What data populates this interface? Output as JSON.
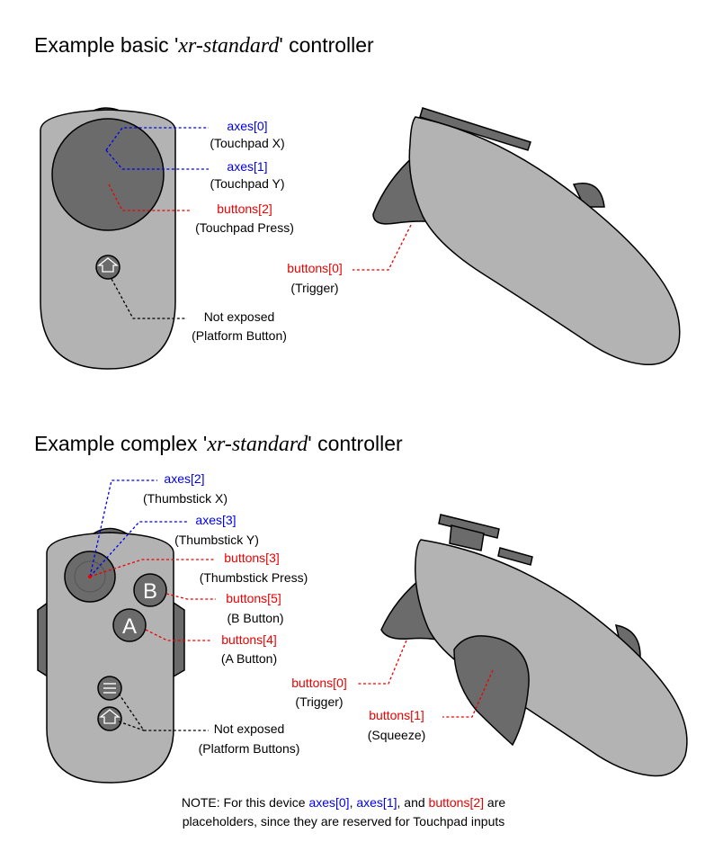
{
  "basic": {
    "title_pre": "Example basic '",
    "title_em": "xr-standard",
    "title_post": "' controller",
    "labels": {
      "axes0": "axes[0]",
      "touchpad_x": "(Touchpad X)",
      "axes1": "axes[1]",
      "touchpad_y": "(Touchpad Y)",
      "buttons2": "buttons[2]",
      "touchpad_press": "(Touchpad Press)",
      "not_exposed": "Not exposed",
      "platform_button": "(Platform Button)",
      "buttons0": "buttons[0]",
      "trigger": "(Trigger)"
    }
  },
  "complex": {
    "title_pre": "Example complex '",
    "title_em": "xr-standard",
    "title_post": "' controller",
    "labels": {
      "axes2": "axes[2]",
      "thumbstick_x": "(Thumbstick X)",
      "axes3": "axes[3]",
      "thumbstick_y": "(Thumbstick Y)",
      "buttons3": "buttons[3]",
      "thumbstick_press": "(Thumbstick Press)",
      "buttons5": "buttons[5]",
      "b_button": "(B Button)",
      "buttons4": "buttons[4]",
      "a_button": "(A Button)",
      "not_exposed": "Not exposed",
      "platform_buttons": "(Platform Buttons)",
      "buttons0": "buttons[0]",
      "trigger": "(Trigger)",
      "buttons1": "buttons[1]",
      "squeeze": "(Squeeze)",
      "btn_a_glyph": "A",
      "btn_b_glyph": "B"
    }
  },
  "note": {
    "t1": "NOTE: For this device ",
    "t2": "axes[0]",
    "t3": ", ",
    "t4": "axes[1]",
    "t5": ", and ",
    "t6": "buttons[2]",
    "t7": " are",
    "line2": "placeholders, since they are reserved for Touchpad inputs"
  },
  "icons": {
    "home": "home-icon",
    "menu": "menu-icon"
  },
  "colors": {
    "axes": "#0000ee",
    "buttons": "#ee0000",
    "text": "#000000",
    "body": "#b3b3b3",
    "dark": "#6b6b6b"
  }
}
